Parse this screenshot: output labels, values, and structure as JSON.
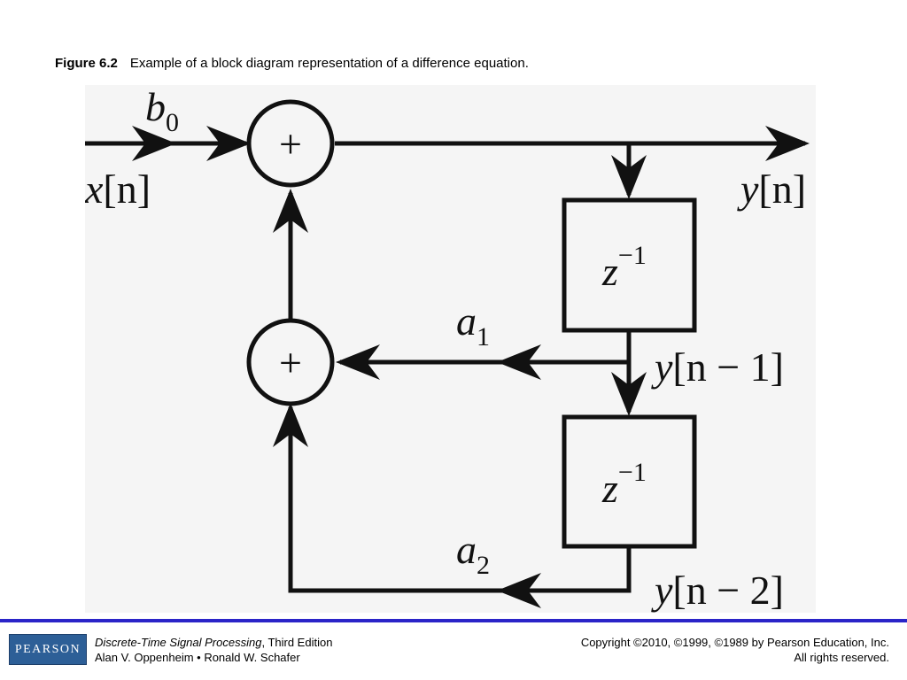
{
  "caption": {
    "figure_number": "Figure 6.2",
    "text": "Example of a block diagram representation of a difference equation."
  },
  "diagram": {
    "adders": [
      "+",
      "+"
    ],
    "delays": [
      {
        "base": "z",
        "exponent": "−1"
      },
      {
        "base": "z",
        "exponent": "−1"
      }
    ],
    "coefficients": {
      "b0": {
        "symbol": "b",
        "subscript": "0"
      },
      "a1": {
        "symbol": "a",
        "subscript": "1"
      },
      "a2": {
        "symbol": "a",
        "subscript": "2"
      }
    },
    "signals": {
      "input": {
        "name": "x",
        "rest": "[n]"
      },
      "output": {
        "name": "y",
        "rest": "[n]"
      },
      "delay1": {
        "name": "y",
        "rest": "[n − 1]"
      },
      "delay2": {
        "name": "y",
        "rest": "[n − 2]"
      }
    }
  },
  "footer": {
    "logo": "PEARSON",
    "book_title": "Discrete-Time Signal Processing",
    "edition": ", Third Edition",
    "authors": "Alan V. Oppenheim • Ronald W. Schafer",
    "copyright": "Copyright ©2010, ©1999, ©1989 by Pearson Education, Inc.",
    "rights": "All rights reserved."
  },
  "colors": {
    "rule": "#2a24c8",
    "logo_background": "#2d5f97",
    "diagram_background": "#f5f5f5"
  }
}
